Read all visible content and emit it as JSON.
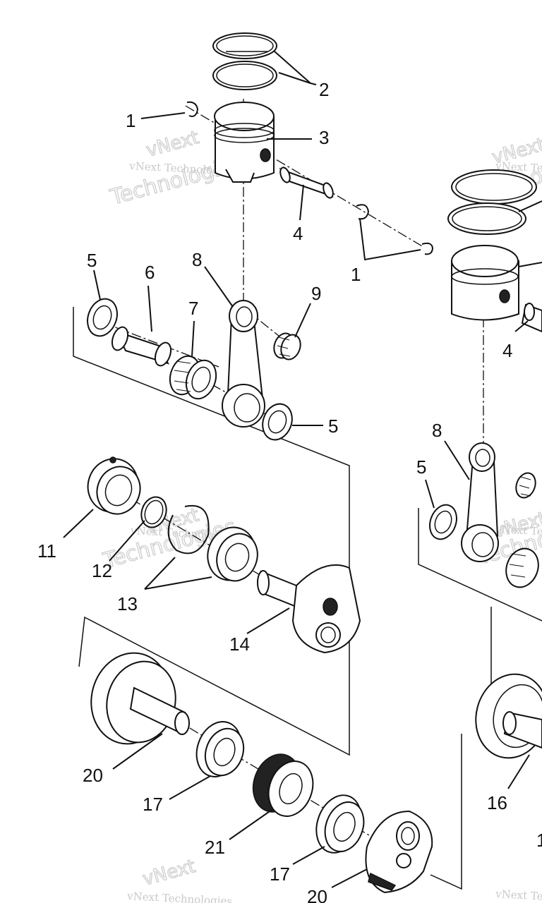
{
  "labels": {
    "l1a": "1",
    "l2": "2",
    "l3": "3",
    "l4a": "4",
    "l1b": "1",
    "l5a": "5",
    "l6": "6",
    "l7": "7",
    "l8a": "8",
    "l9": "9",
    "l5b": "5",
    "l4b": "4",
    "l8b": "8",
    "l5c": "5",
    "l11": "11",
    "l12": "12",
    "l13": "13",
    "l14": "14",
    "l20a": "20",
    "l17a": "17",
    "l21": "21",
    "l17b": "17",
    "l20b": "20",
    "l16": "16",
    "l1c": "1"
  },
  "watermarks": {
    "small": "vNext Technologies",
    "big1": "vNext",
    "big2": "Technologies"
  }
}
